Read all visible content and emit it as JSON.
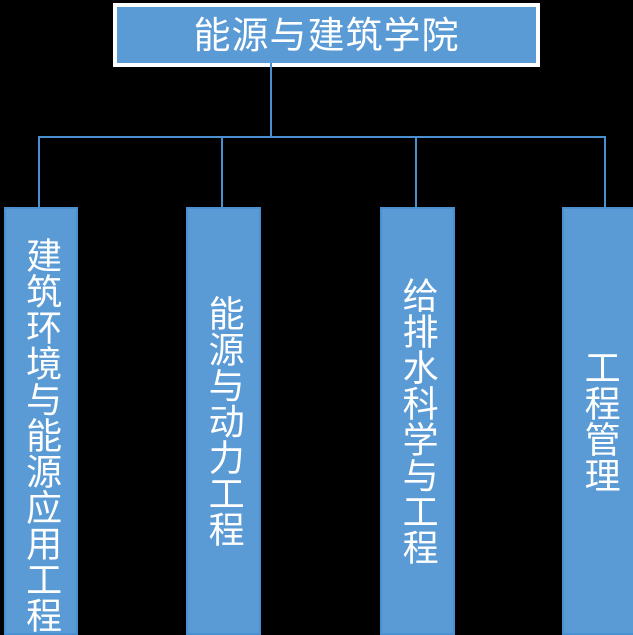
{
  "diagram": {
    "type": "organization-chart",
    "orientation": "top-down",
    "background_color": "#000000",
    "node_fill_color": "#5B9BD5",
    "node_text_color": "#FFFFFF",
    "connector_color": "#4A8FD0",
    "root_border_color": "#FFFFFF",
    "root": {
      "label": "能源与建筑学院",
      "text_direction": "horizontal"
    },
    "children": [
      {
        "label": "建筑环境与能源应用工程",
        "text_direction": "vertical",
        "character_count": 11
      },
      {
        "label": "能源与动力工程",
        "text_direction": "vertical",
        "character_count": 7
      },
      {
        "label": "给排水科学与工程",
        "text_direction": "vertical",
        "character_count": 8
      },
      {
        "label": "工程管理",
        "text_direction": "vertical",
        "character_count": 4
      }
    ]
  }
}
